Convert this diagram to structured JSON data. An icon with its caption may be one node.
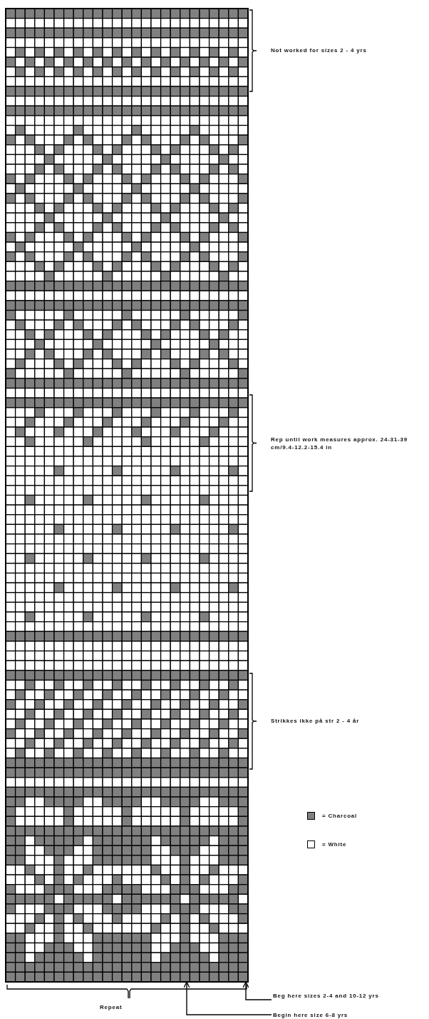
{
  "diagram": {
    "nodes": [
      {
        "text": [
          "Beg here sizes 2-4 and 10-12 yrs"
        ]
      },
      {
        "text": [
          "Begin here size 6-8 yrs"
        ]
      },
      {
        "text": [],
        "shape": "box"
      }
    ],
    "edges": [
      {
        "from": 0,
        "to": 2,
        "arrow": "to"
      },
      {
        "from": 1,
        "to": 2,
        "arrow": "to"
      }
    ],
    "labels": [
      "Not worked for sizes 2 - 4 yrs",
      "Rep until work measures approx. 24-31-39 cm/9.4-12.2-15.4 in",
      "Strikkes ikke på str 2 - 4 år",
      "Repeat"
    ],
    "legend": [
      {
        "text": "= Charcoal",
        "color": "#808080"
      },
      {
        "text": "= White",
        "color": "#ffffff"
      }
    ]
  }
}
